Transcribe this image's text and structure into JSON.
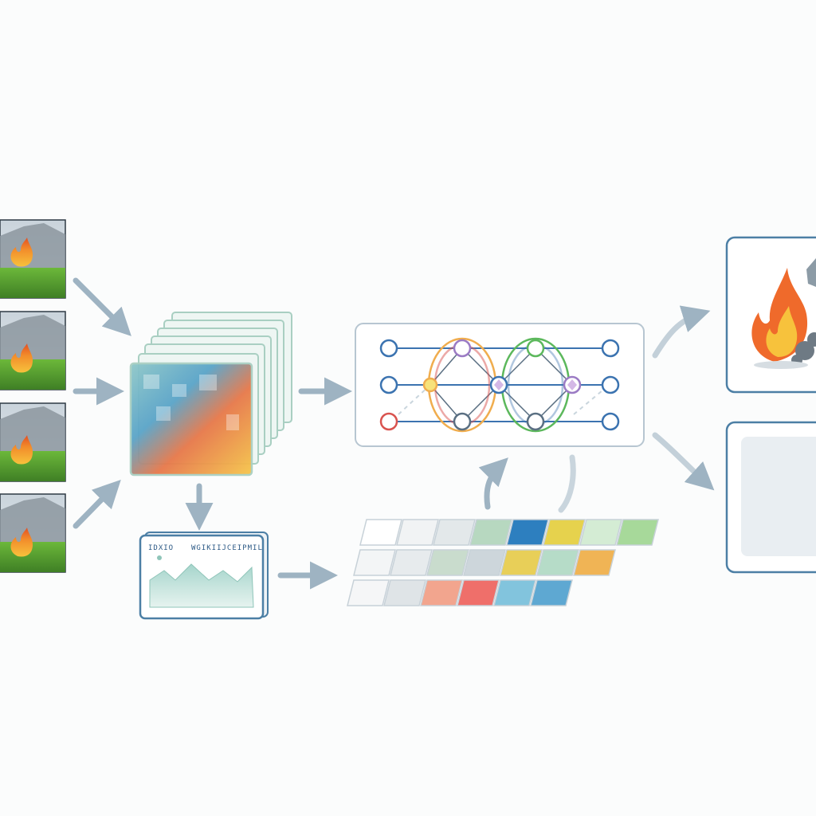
{
  "diagram": {
    "input_frames": [
      {
        "name": "frame-1"
      },
      {
        "name": "frame-2"
      },
      {
        "name": "frame-3"
      },
      {
        "name": "frame-4"
      }
    ],
    "chart_card": {
      "header_left": "IDXIO",
      "header_right": "WGIKIIJCEIPMIL"
    },
    "palette": {
      "arrow": "#9eb3c2",
      "panel_border": "#4c7fa5",
      "node_blue": "#3b73b0",
      "node_red": "#d9534f",
      "node_orange": "#f0ad4e",
      "node_green": "#5cb85c",
      "node_purple": "#9b7bc4",
      "fire_red": "#e8552d",
      "fire_orange": "#f5a52a",
      "grass": "#4f9b2f",
      "smoke": "#7f8a93"
    },
    "token_grid": {
      "rows": [
        [
          "#ffffff",
          "#f1f3f4",
          "#e3e8ea",
          "#b7d8c0",
          "#2d7fbf",
          "#e6d24d",
          "#d4ecd4",
          "#a7d99a"
        ],
        [
          "#f3f5f6",
          "#e7ebed",
          "#c9dccd",
          "#cdd6db",
          "#e8cf58",
          "#b6dcc8",
          "#f0b455"
        ],
        [
          "#f5f6f7",
          "#dfe4e7",
          "#f2a58e",
          "#ef6f6a",
          "#82c4dd",
          "#5ea8d2"
        ]
      ]
    },
    "outputs": [
      {
        "name": "output-fire"
      },
      {
        "name": "output-empty"
      }
    ]
  }
}
